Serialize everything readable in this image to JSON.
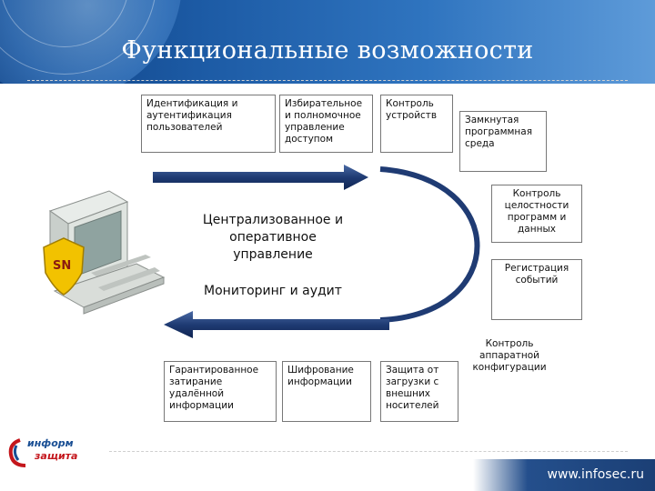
{
  "header": {
    "title": "Функциональные возможности"
  },
  "top_boxes": [
    "Идентификация и аутентификация пользователей",
    "Избирательное и полномочное управление доступом",
    "Контроль устройств",
    "Замкнутая программная среда"
  ],
  "right_boxes": [
    "Контроль целостности программ и данных",
    "Регистрация событий",
    "Контроль аппаратной конфигурации"
  ],
  "bottom_boxes": [
    "Гарантированное затирание удалённой информации",
    "Шифрование информации",
    "Защита от загрузки с внешних носителей"
  ],
  "center": {
    "line1": "Централизованное и",
    "line2": "оперативное",
    "line3": "управление",
    "monitoring": "Мониторинг и аудит"
  },
  "shield_label": "SN",
  "logo": {
    "line1": "информ",
    "line2": "защита"
  },
  "footer": {
    "url": "www.infosec.ru"
  },
  "colors": {
    "arrow": "#1f3b73",
    "header": "#1c5aa4",
    "shield": "#f2c200"
  }
}
